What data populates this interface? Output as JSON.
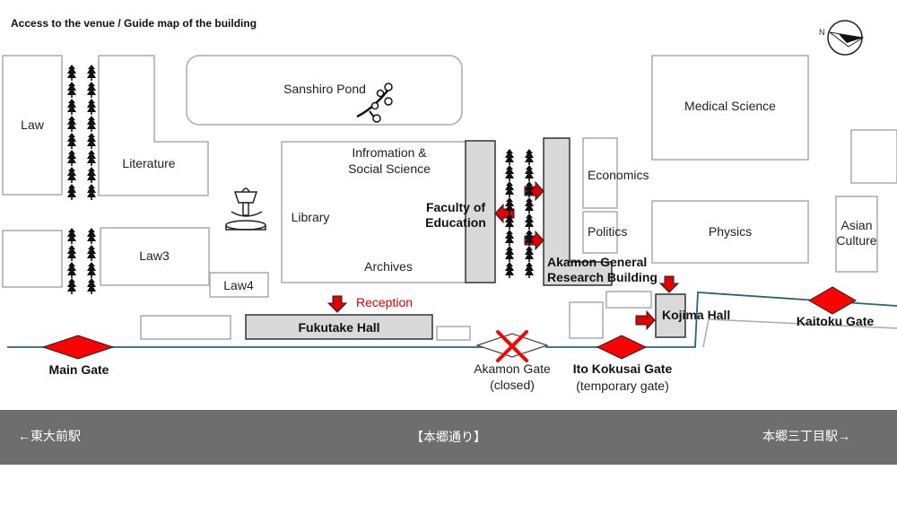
{
  "title": "Access to the venue / Guide map of the building",
  "colors": {
    "road_band": "#6e6e6e",
    "gate": "#ff0000",
    "arrow": "#e00000",
    "wall_line": "#2a6478",
    "highlight_building": "#d9d9d9",
    "reception_text": "#e00000"
  },
  "icons": [
    "compass-icon",
    "cherry-blossom-icon",
    "fountain-icon",
    "tree-icon",
    "closed-x-icon",
    "arrow-icon"
  ],
  "buildings": {
    "law": "Law",
    "literature": "Literature",
    "law3": "Law3",
    "law4": "Law4",
    "pond": "Sanshiro Pond",
    "info_line1": "Infromation &",
    "info_line2": "Social Science",
    "library": "Library",
    "archives": "Archives",
    "education_line1": "Faculty of",
    "education_line2": "Education",
    "economics": "Economics",
    "politics": "Politics",
    "medical": "Medical Science",
    "physics": "Physics",
    "asian_line1": "Asian",
    "asian_line2": "Culture",
    "akamon_line1": "Akamon General",
    "akamon_line2": "Research Building",
    "kojima": "Kojima Hall",
    "fukutake": "Fukutake Hall"
  },
  "reception": "Reception",
  "gates": {
    "main": "Main Gate",
    "akamon_line1": "Akamon Gate",
    "akamon_line2": "(closed)",
    "ito_line1": "Ito Kokusai Gate",
    "ito_line2": "(temporary gate)",
    "kaitoku": "Kaitoku Gate"
  },
  "street": {
    "left": "←東大前駅",
    "center": "【本郷通り】",
    "right": "本郷三丁目駅→"
  },
  "compass_label": "N"
}
